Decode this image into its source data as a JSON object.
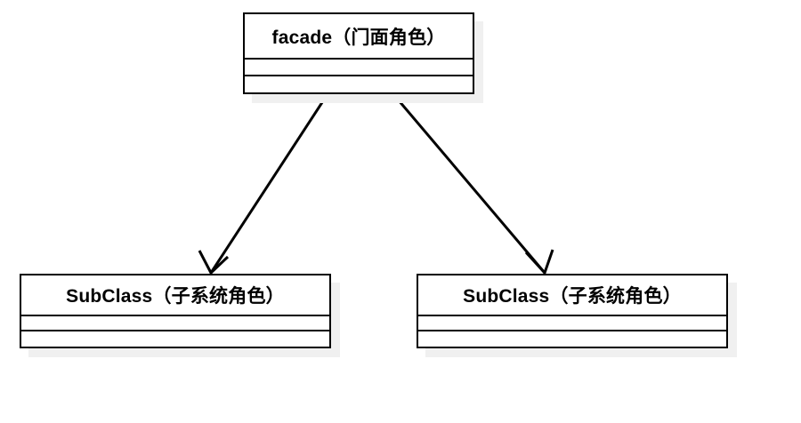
{
  "diagram": {
    "type": "uml-class-diagram",
    "pattern": "facade",
    "background_color": "#ffffff",
    "line_color": "#000000",
    "shadow_color": "#f0f0f0",
    "nodes": [
      {
        "id": "facade",
        "title": "facade（门面角色）",
        "compartments": [
          "",
          ""
        ]
      },
      {
        "id": "subclass-left",
        "title": "SubClass（子系统角色）",
        "compartments": [
          "",
          ""
        ]
      },
      {
        "id": "subclass-right",
        "title": "SubClass（子系统角色）",
        "compartments": [
          "",
          ""
        ]
      }
    ],
    "connectors": [
      {
        "id": "facade-to-subclass-left",
        "from": "facade",
        "to": "subclass-left",
        "arrowhead": "open",
        "style": "solid"
      },
      {
        "id": "facade-to-subclass-right",
        "from": "facade",
        "to": "subclass-right",
        "arrowhead": "open",
        "style": "solid"
      }
    ]
  }
}
